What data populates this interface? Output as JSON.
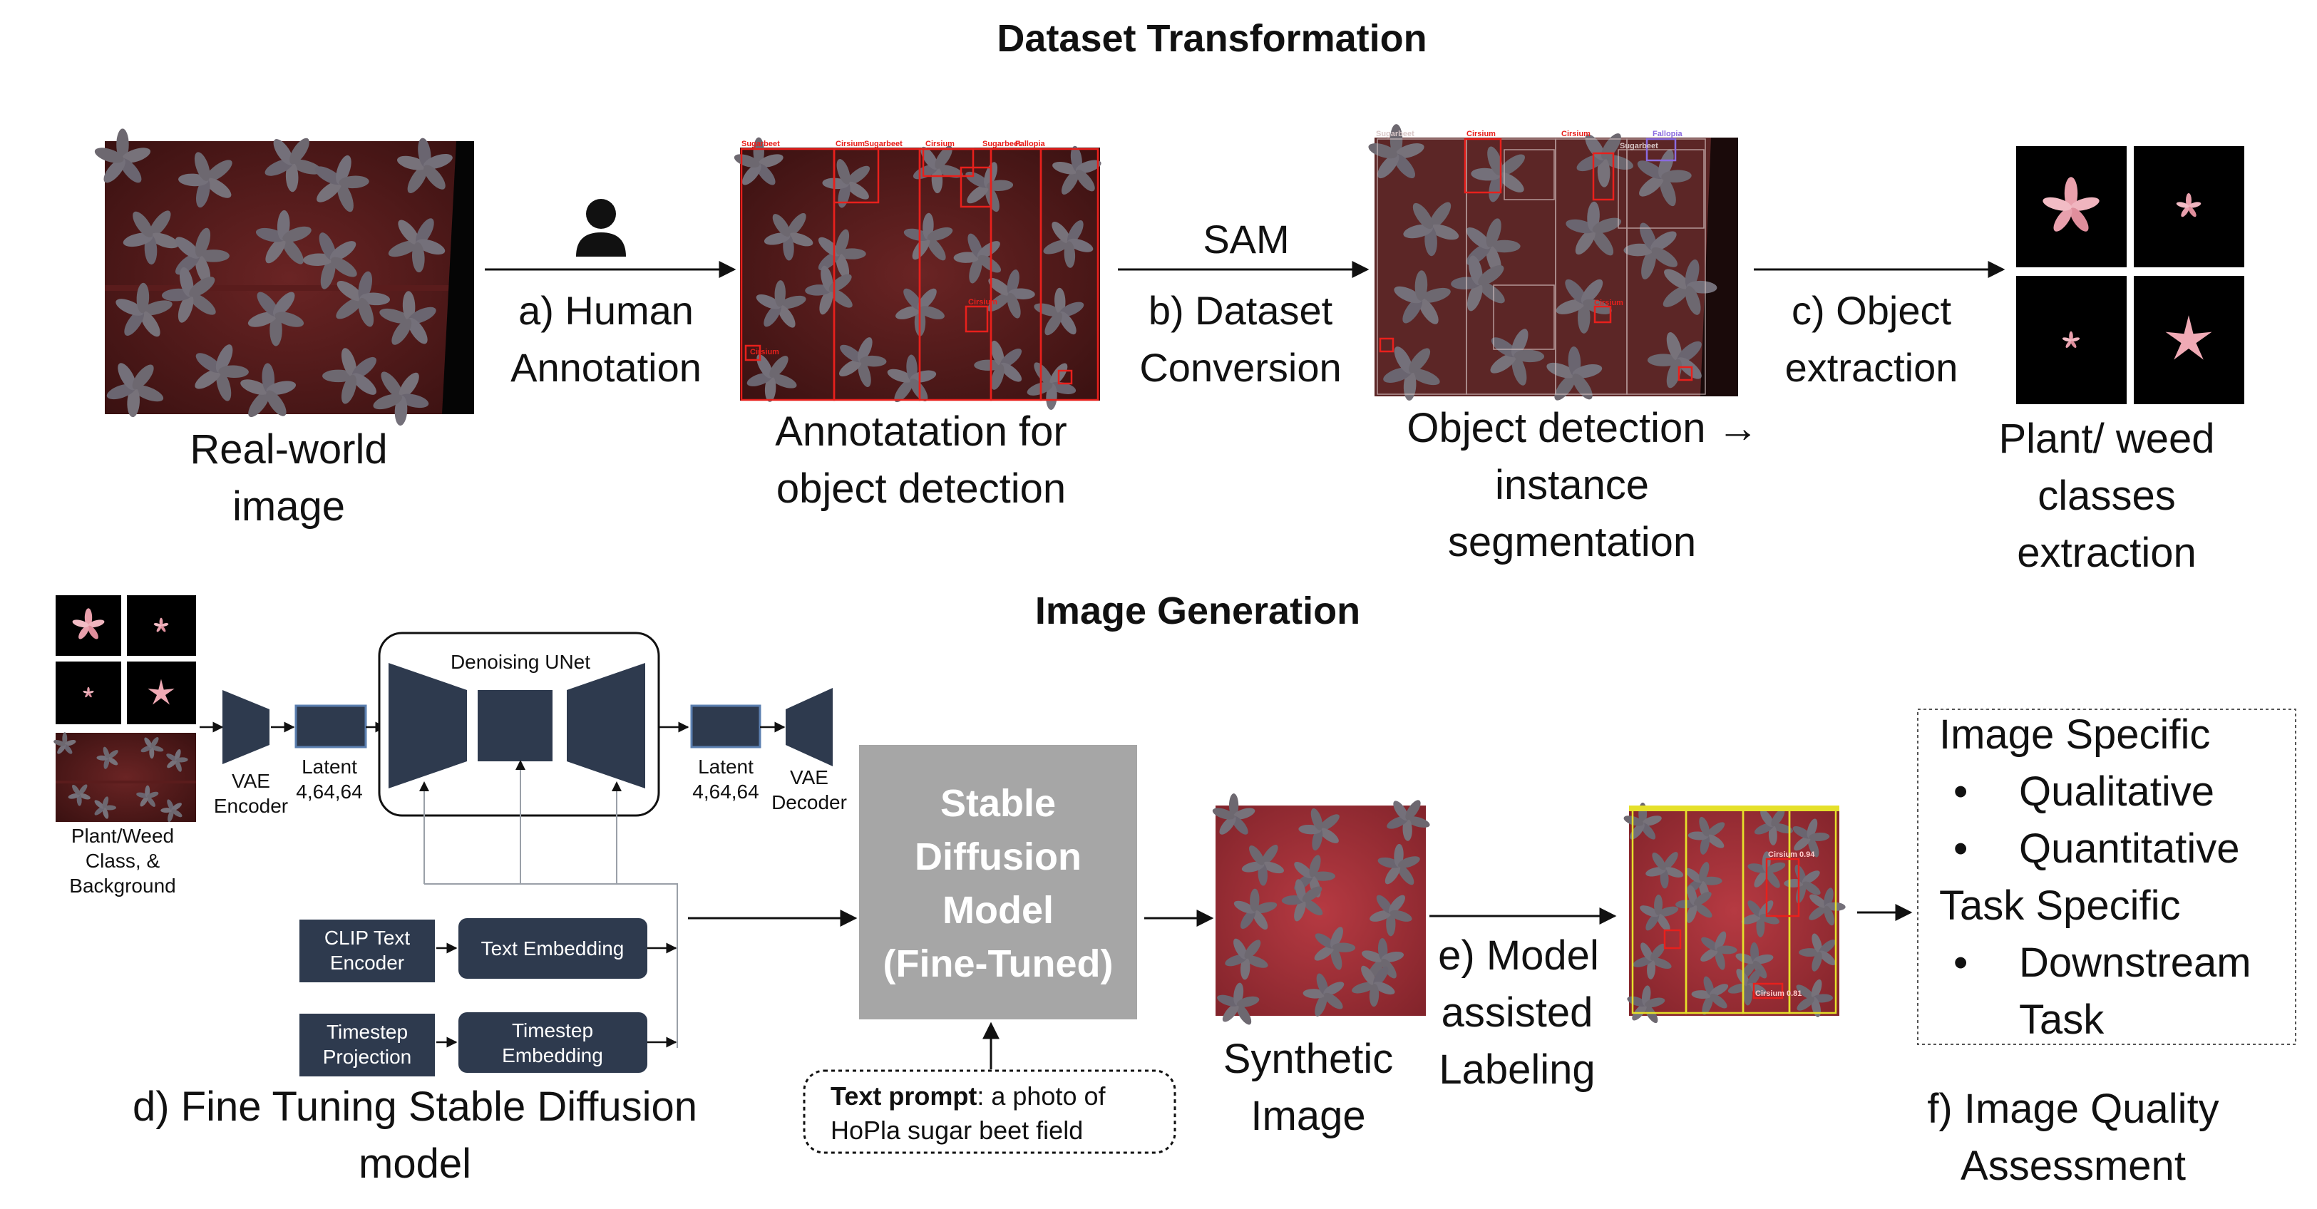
{
  "sections": {
    "dataset_title": "Dataset Transformation",
    "generation_title": "Image Generation"
  },
  "top_row": {
    "real_world_caption": [
      "Real-world",
      "image"
    ],
    "step_a_label": [
      "a) Human",
      "Annotation"
    ],
    "annotation_caption": [
      "Annotatation for",
      "object detection"
    ],
    "step_b_top": "SAM",
    "step_b_label": [
      "b) Dataset",
      "Conversion"
    ],
    "detection_caption": [
      "Object detection →",
      "instance",
      "segmentation"
    ],
    "step_c_label": [
      "c) Object",
      "extraction"
    ],
    "extraction_caption": [
      "Plant/ weed",
      "classes",
      "extraction"
    ],
    "box_labels": [
      "Sugarbeet",
      "Cirsium",
      "Sugarbeet",
      "Cirsium",
      "Sugarbeet",
      "Fallopia",
      "Cirsium",
      "Cirsium",
      "Sugarbeet",
      "Cirsium",
      "Cirsium",
      "Cirsium",
      "Sugarbeet",
      "Fallopia"
    ]
  },
  "pipeline": {
    "input_caption": [
      "Plant/Weed",
      "Class, &",
      "Background"
    ],
    "vae_encoder": [
      "VAE",
      "Encoder"
    ],
    "latent_in": [
      "Latent",
      "4,64,64"
    ],
    "unet_title": "Denoising UNet",
    "latent_out": [
      "Latent",
      "4,64,64"
    ],
    "vae_decoder": [
      "VAE",
      "Decoder"
    ],
    "clip_encoder": [
      "CLIP Text",
      "Encoder"
    ],
    "text_embedding": "Text Embedding",
    "timestep_projection": [
      "Timestep",
      "Projection"
    ],
    "timestep_embedding": [
      "Timestep",
      "Embedding"
    ],
    "step_d_label": [
      "d) Fine Tuning Stable Diffusion",
      "model"
    ]
  },
  "stable_diffusion": {
    "lines": [
      "Stable",
      "Diffusion",
      "Model",
      "(Fine-Tuned)"
    ],
    "prompt_bold": "Text prompt",
    "prompt_rest": ": a photo of",
    "prompt_line2": "HoPla sugar beet field"
  },
  "synthetic": {
    "caption": [
      "Synthetic",
      "Image"
    ],
    "step_e_label": [
      "e) Model",
      "assisted",
      "Labeling"
    ],
    "det_labels": [
      "Cirsium 0.94",
      "Cirsium 0.81"
    ]
  },
  "quality": {
    "image_specific": "Image Specific",
    "qualitative": "Qualitative",
    "quantitative": "Quantitative",
    "task_specific": "Task Specific",
    "downstream": [
      "Downstream",
      "Task"
    ],
    "bullet": "•",
    "step_f_label": [
      "f) Image Quality",
      "Assessment"
    ]
  },
  "colors": {
    "navy": "#2e3a4e",
    "gray_box": "#a6a6a6",
    "annotation_red": "#e8201c",
    "field_dark": "#3d1414",
    "yellow_box": "#e5e02a"
  }
}
